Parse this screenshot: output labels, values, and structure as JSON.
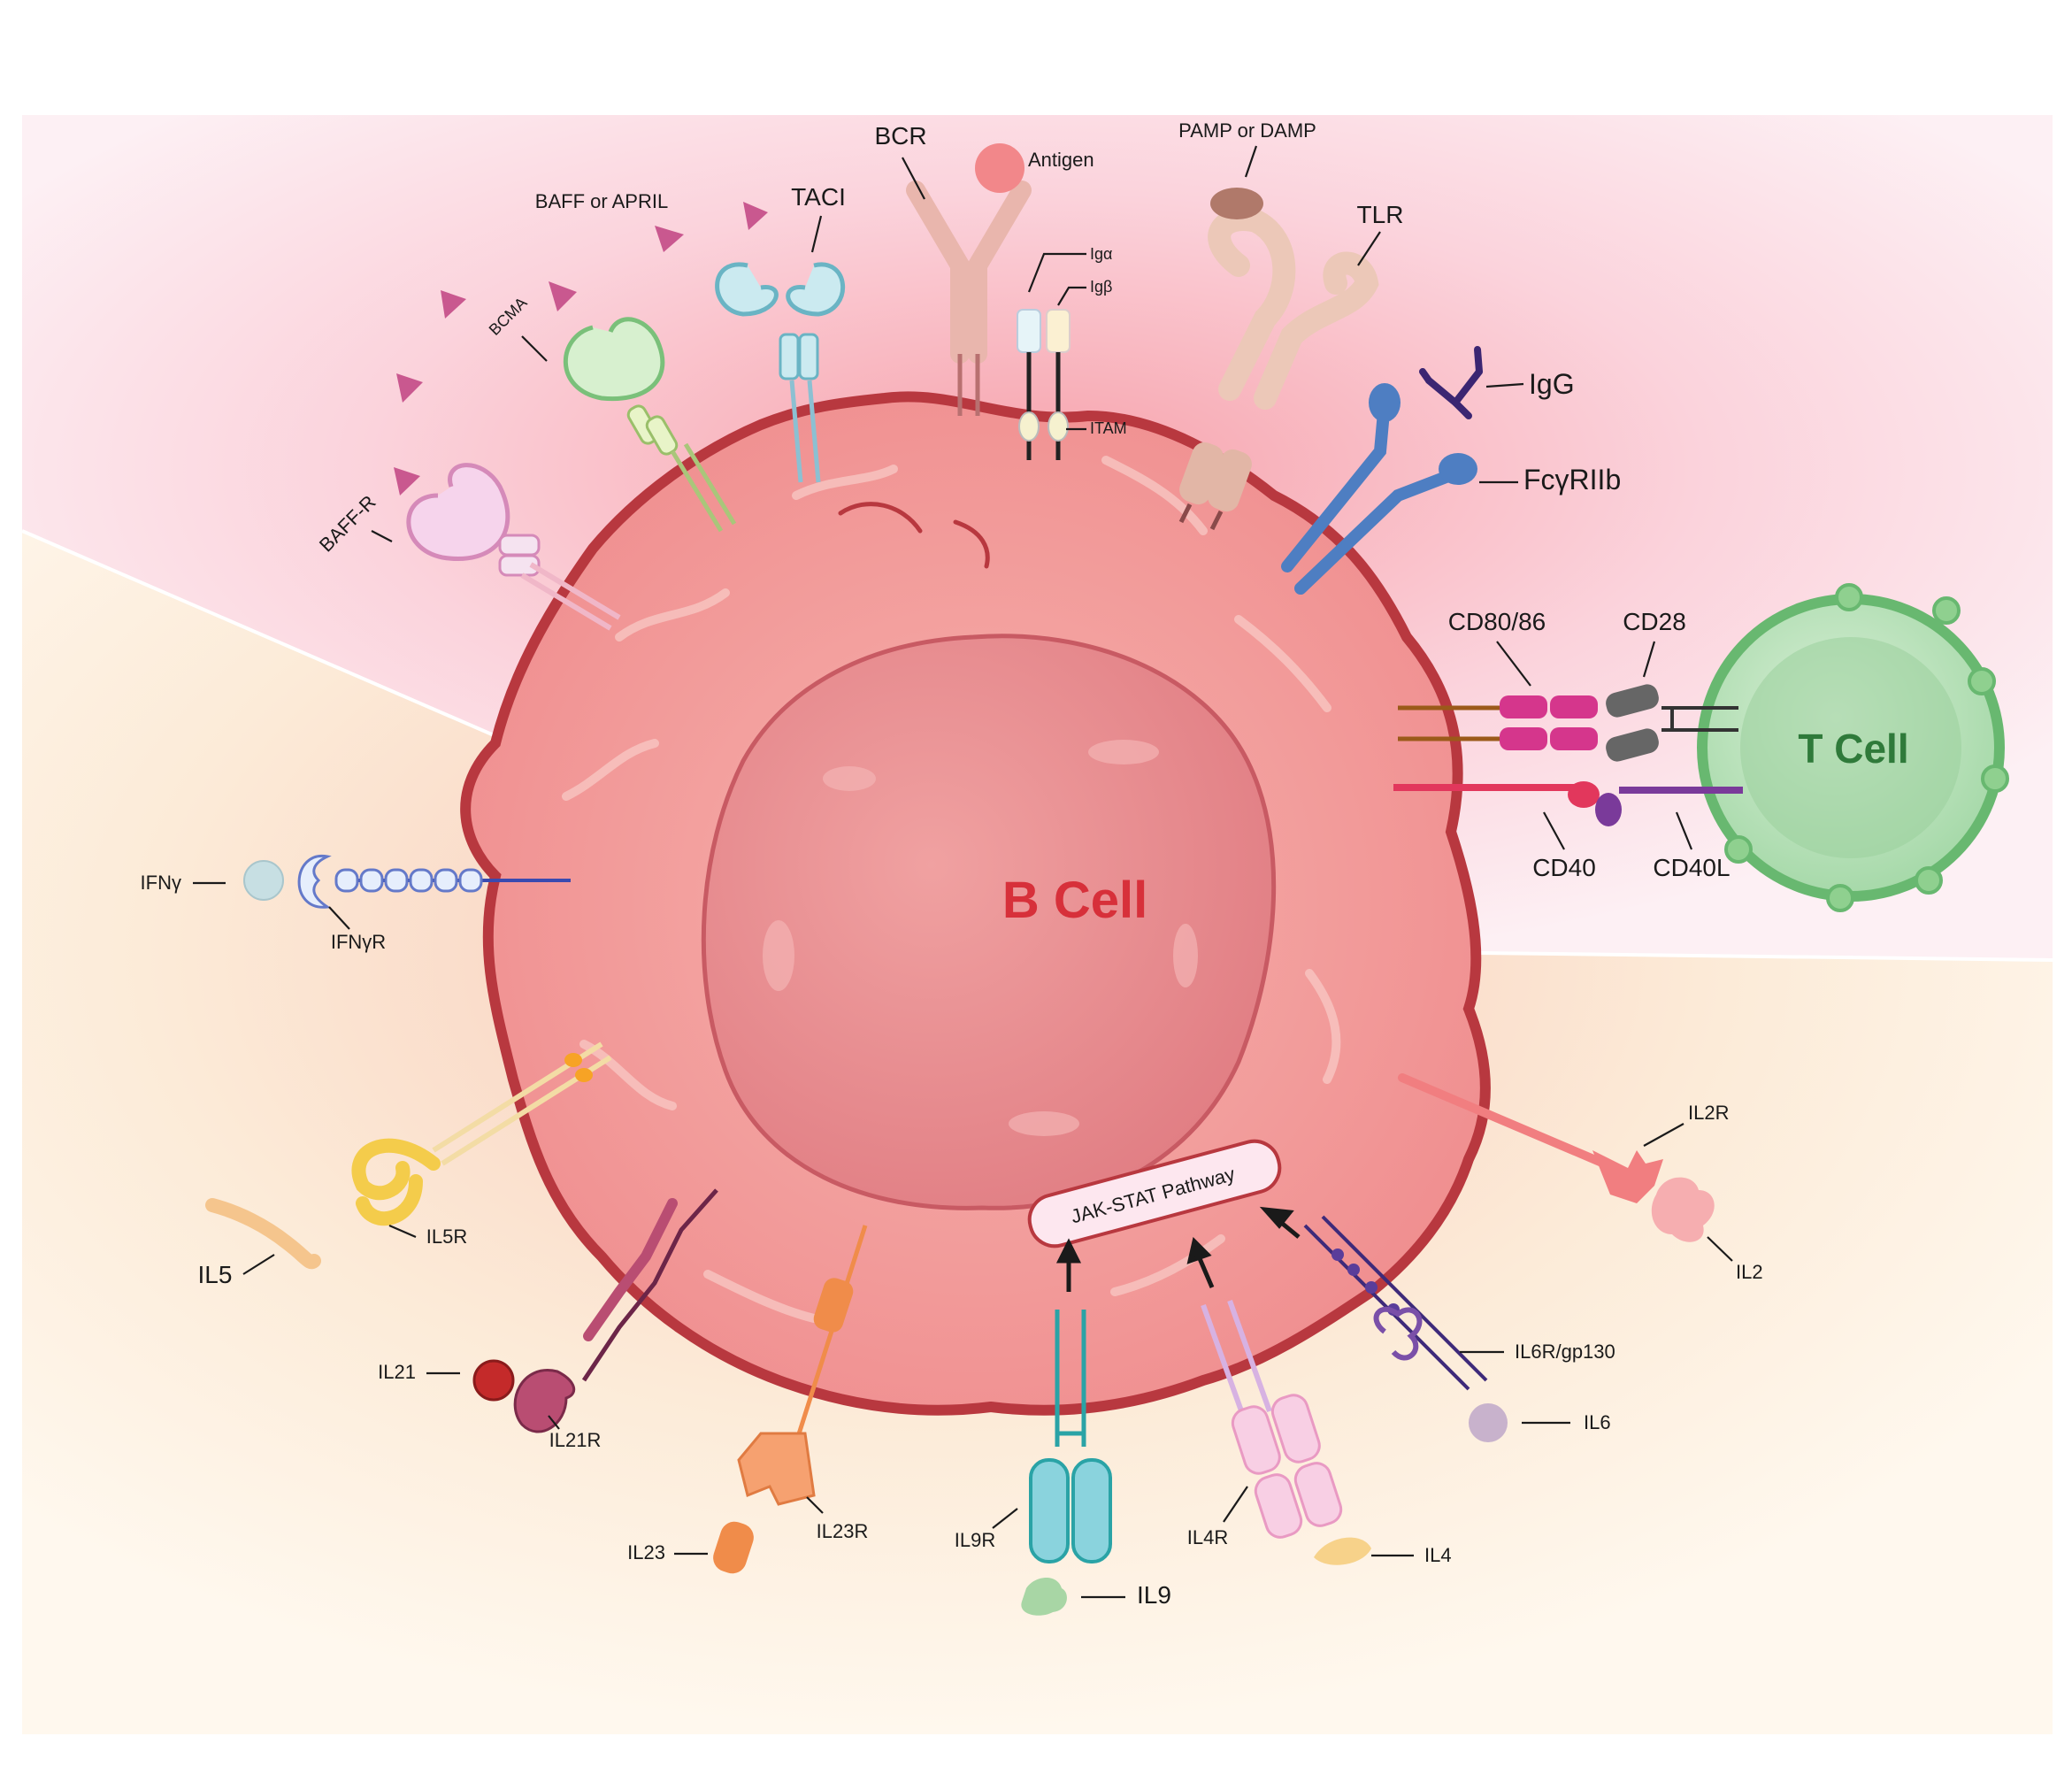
{
  "cells": {
    "b_cell": "B Cell",
    "t_cell": "T Cell"
  },
  "pathway": "JAK-STAT Pathway",
  "labels": {
    "bcr": "BCR",
    "antigen": "Antigen",
    "pamp": "PAMP or DAMP",
    "tlr": "TLR",
    "baff_april": "BAFF or APRIL",
    "taci": "TACI",
    "bcma": "BCMA",
    "baffr": "BAFF-R",
    "iga": "Igα",
    "igb": "Igβ",
    "itam": "ITAM",
    "igg": "IgG",
    "fcgr": "FcγRIIb",
    "cd8086": "CD80/86",
    "cd28": "CD28",
    "cd40": "CD40",
    "cd40l": "CD40L",
    "ifng": "IFNγ",
    "ifngr": "IFNγR",
    "il5": "IL5",
    "il5r": "IL5R",
    "il21": "IL21",
    "il21r": "IL21R",
    "il23": "IL23",
    "il23r": "IL23R",
    "il9r": "IL9R",
    "il9": "IL9",
    "il4r": "IL4R",
    "il4": "IL4",
    "il6r": "IL6R/gp130",
    "il6": "IL6",
    "il2r": "IL2R",
    "il2": "IL2"
  },
  "colors": {
    "membrane": "#b8383f",
    "cytoplasm": "#f4a5a5",
    "nucleus": "#e98989",
    "upper_bg": "#fbe3ea",
    "lower_bg": "#fdf1df",
    "t_cell": "#7fc98a"
  }
}
